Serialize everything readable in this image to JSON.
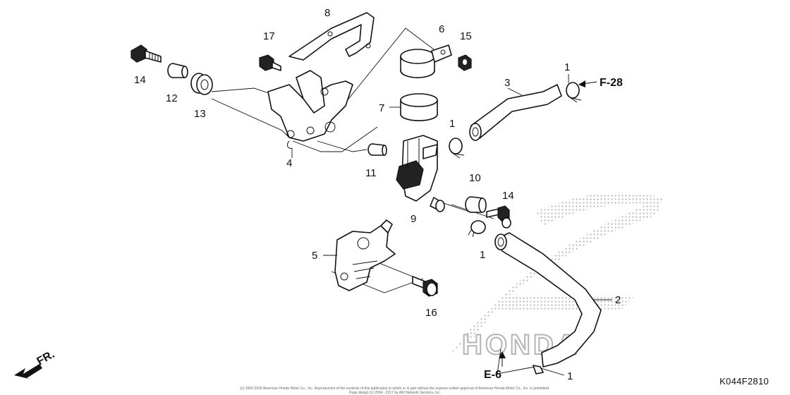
{
  "diagram": {
    "part_numbers": [
      "1",
      "2",
      "3",
      "4",
      "5",
      "6",
      "7",
      "8",
      "9",
      "10",
      "11",
      "12",
      "13",
      "14",
      "15",
      "16",
      "17"
    ],
    "callouts": {
      "c1a": "1",
      "c1b": "1",
      "c1c": "1",
      "c1d": "1",
      "c2": "2",
      "c3": "3",
      "c4": "4",
      "c5": "5",
      "c6": "6",
      "c7": "7",
      "c8": "8",
      "c9": "9",
      "c10": "10",
      "c11": "11",
      "c12": "12",
      "c13": "13",
      "c14a": "14",
      "c14b": "14",
      "c15": "15",
      "c16": "16",
      "c17": "17"
    },
    "refs": {
      "f28": "F-28",
      "e6": "E-6"
    },
    "direction_label": "FR.",
    "watermark_brand": "HONDA",
    "copyright_line1": "(c) 2002-2018 American Honda Motor Co., Inc. Reproduction of the contents of this publication in whole or in part without the express written approval of American Honda Motor Co., Inc. is prohibited.",
    "copyright_line2": "Page design (c) 2004 - 2017 by ARI Network Services, Inc.",
    "diagram_code": "K044F2810"
  },
  "colors": {
    "ink": "#111111",
    "watermark": "#b4b4b4"
  },
  "icons": [
    "arrow-left-down-icon",
    "honda-wing-logo"
  ]
}
